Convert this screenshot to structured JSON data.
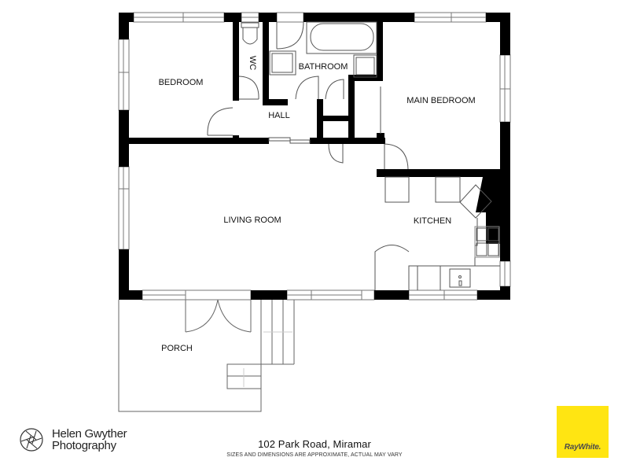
{
  "floor_plan": {
    "rooms": [
      {
        "id": "bedroom",
        "label": "BEDROOM"
      },
      {
        "id": "wc",
        "label": "WC"
      },
      {
        "id": "bathroom",
        "label": "BATHROOM"
      },
      {
        "id": "main_bedroom",
        "label": "MAIN BEDROOM"
      },
      {
        "id": "hall",
        "label": "HALL"
      },
      {
        "id": "living_room",
        "label": "LIVING ROOM"
      },
      {
        "id": "kitchen",
        "label": "KITCHEN"
      },
      {
        "id": "porch",
        "label": "PORCH"
      }
    ],
    "colors": {
      "wall": "#000000",
      "line": "#555555",
      "background": "#ffffff"
    }
  },
  "footer": {
    "address": "102 Park Road, Miramar",
    "disclaimer": "SIZES AND DIMENSIONS ARE APPROXIMATE, ACTUAL MAY VARY",
    "photographer": {
      "line1": "Helen Gwyther",
      "line2": "Photography"
    },
    "agency": {
      "label": "RayWhite.",
      "color": "#ffe512"
    }
  }
}
